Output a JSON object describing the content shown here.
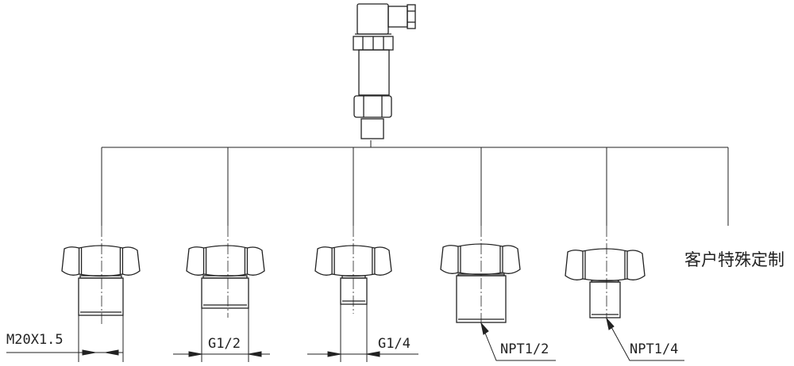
{
  "diagram": {
    "title": "Pressure transmitter process connection options",
    "line_color": "#222222",
    "options": [
      {
        "id": "m20",
        "label": "M20X1.5",
        "callout": "dimension"
      },
      {
        "id": "g12",
        "label": "G1/2",
        "callout": "dimension"
      },
      {
        "id": "g14",
        "label": "G1/4",
        "callout": "dimension"
      },
      {
        "id": "npt12",
        "label": "NPT1/2",
        "callout": "leader"
      },
      {
        "id": "npt14",
        "label": "NPT1/4",
        "callout": "leader"
      }
    ],
    "custom_label": "客户特殊定制"
  }
}
